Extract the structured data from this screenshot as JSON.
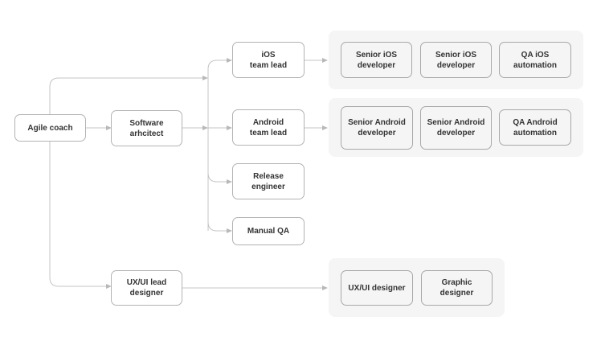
{
  "nodes": {
    "agile_coach": "Agile coach",
    "software_architect": "Software\narhcitect",
    "ux_ui_lead": "UX/UI lead\ndesigner",
    "ios_team_lead": "iOS\nteam lead",
    "android_team_lead": "Android\nteam lead",
    "release_engineer": "Release\nengineer",
    "manual_qa": "Manual QA"
  },
  "groups": {
    "ios_team": [
      "Senior iOS\ndeveloper",
      "Senior iOS\ndeveloper",
      "QA iOS\nautomation"
    ],
    "android_team": [
      "Senior Android\ndeveloper",
      "Senior Android\ndeveloper",
      "QA Android\nautomation"
    ],
    "design_team": [
      "UX/UI designer",
      "Graphic\ndesigner"
    ]
  },
  "colors": {
    "node_border": "#b3b3b3",
    "group_background": "#f5f5f5",
    "connector": "#c4c4c4",
    "text": "#333333"
  }
}
